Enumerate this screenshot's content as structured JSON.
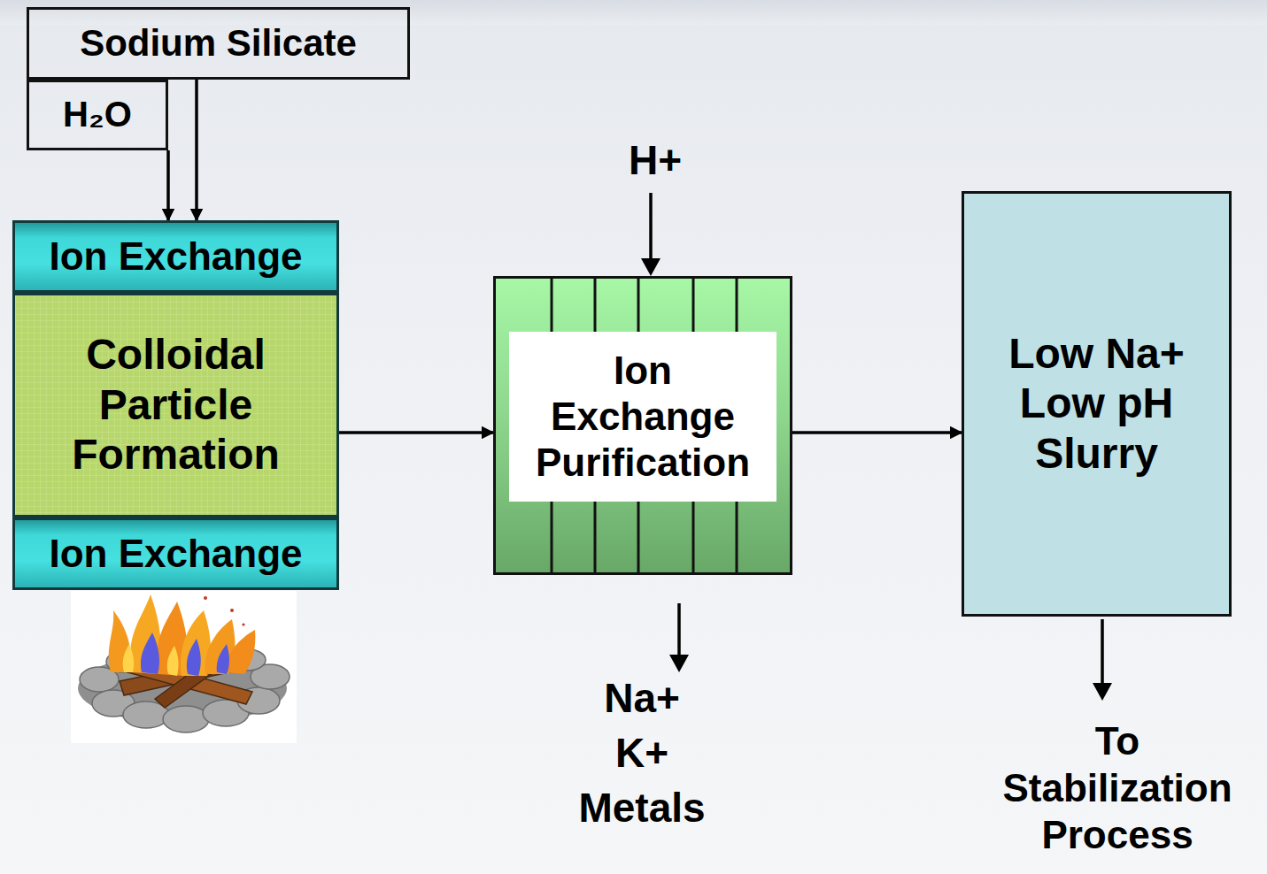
{
  "diagram": {
    "nodes": [
      {
        "text": [
          "Sodium Silicate"
        ]
      },
      {
        "text": [
          "H₂O"
        ]
      },
      {
        "text": [
          "Ion Exchange"
        ]
      },
      {
        "text": [
          "Colloidal Particle Formation"
        ]
      },
      {
        "text": [
          "Ion Exchange"
        ]
      },
      {
        "text": [
          "Ion Exchange Purification"
        ]
      },
      {
        "text": [
          "Low Na+ Low pH Slurry"
        ]
      }
    ],
    "edges": [
      {
        "from": 0,
        "to": 2,
        "arrow": "to"
      },
      {
        "from": 1,
        "to": 2,
        "arrow": "to"
      },
      {
        "from": 3,
        "to": 5,
        "arrow": "to"
      },
      {
        "from": 5,
        "to": 6,
        "arrow": "to"
      }
    ],
    "labels": [
      "H+",
      "Na+",
      "K+",
      "Metals",
      "To Stabilization Process"
    ]
  }
}
